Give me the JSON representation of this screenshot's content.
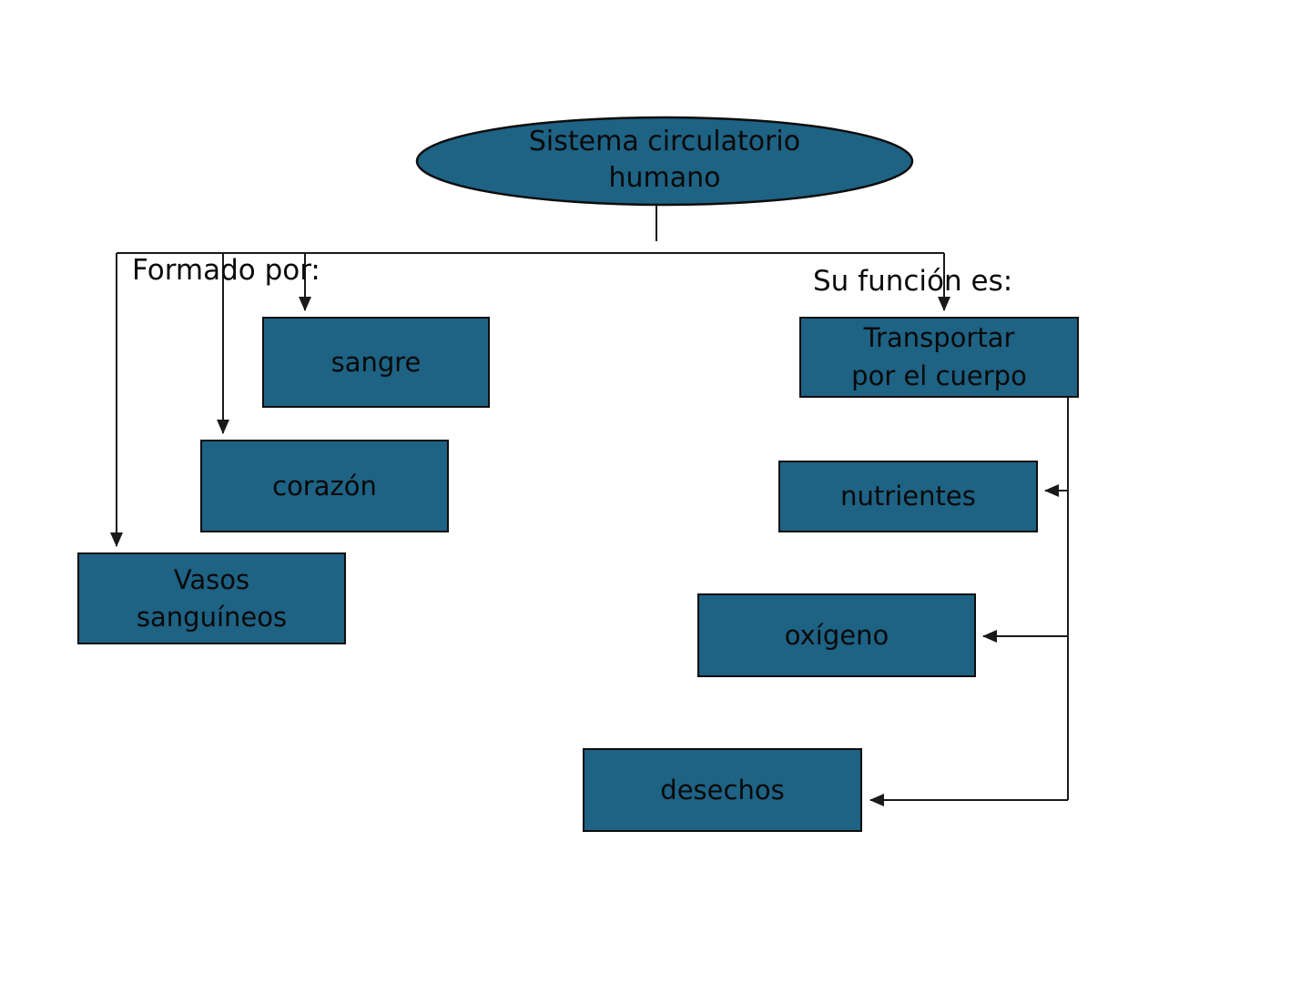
{
  "diagram": {
    "root": {
      "label": "Sistema circulatorio\nhumano"
    },
    "branches": [
      {
        "label": "Formado por:",
        "children": [
          {
            "label": "sangre"
          },
          {
            "label": "corazón"
          },
          {
            "label": "Vasos\nsanguíneos"
          }
        ]
      },
      {
        "label": "Su función es:",
        "children": [
          {
            "label": "Transportar\npor el cuerpo"
          },
          {
            "label": "nutrientes"
          },
          {
            "label": "oxígeno"
          },
          {
            "label": "desechos"
          }
        ]
      }
    ]
  },
  "colors": {
    "node_fill": "#1e6284",
    "node_border": "#0d0d0d",
    "connector": "#1a1a1a",
    "background": "#ffffff",
    "text": "#0a0a0a"
  }
}
